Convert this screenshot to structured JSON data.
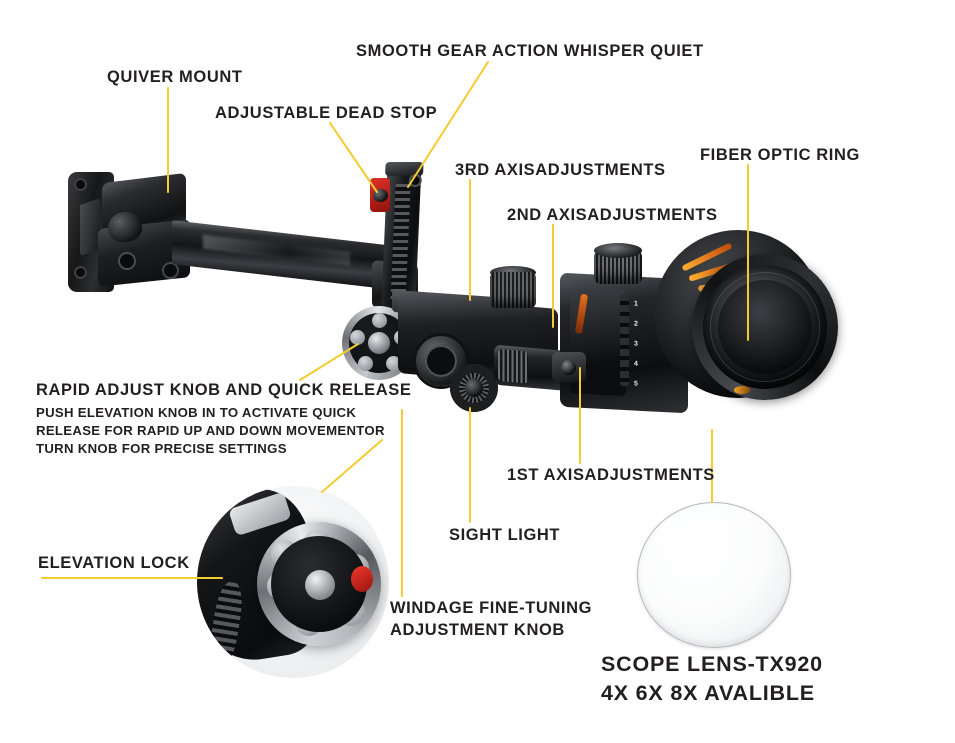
{
  "diagram": {
    "product": "Archery Bow Sight — Annotated Feature Diagram",
    "leader_color": "#F2CC30",
    "text_color": "#231F20",
    "background": "#FFFFFF"
  },
  "callouts": [
    {
      "id": "quiver-mount",
      "text": "QUIVER MOUNT"
    },
    {
      "id": "adjustable-dead-stop",
      "text": "ADJUSTABLE DEAD STOP"
    },
    {
      "id": "smooth-gear-action",
      "text": "SMOOTH GEAR ACTION WHISPER QUIET"
    },
    {
      "id": "third-axis",
      "text": "3RD AXISADJUSTMENTS"
    },
    {
      "id": "second-axis",
      "text": "2ND AXISADJUSTMENTS"
    },
    {
      "id": "fiber-optic-ring",
      "text": "FIBER OPTIC RING"
    },
    {
      "id": "first-axis",
      "text": "1ST AXISADJUSTMENTS"
    },
    {
      "id": "sight-light",
      "text": "SIGHT LIGHT"
    },
    {
      "id": "elevation-lock",
      "text": "ELEVATION LOCK"
    }
  ],
  "rapid_adjust": {
    "heading": "RAPID ADJUST KNOB AND QUICK RELEASE",
    "body_lines": [
      "PUSH ELEVATION KNOB IN TO ACTIVATE QUICK",
      "RELEASE FOR RAPID UP AND DOWN MOVEMENTOR",
      "TURN KNOB FOR PRECISE SETTINGS"
    ]
  },
  "windage": {
    "line1": "WINDAGE FINE-TUNING",
    "line2": "ADJUSTMENT KNOB"
  },
  "scope_lens": {
    "model_line": "SCOPE LENS-TX920",
    "magnification_line": "4X 6X 8X AVALIBLE"
  },
  "sight_scale_numbers": [
    "1",
    "2",
    "3",
    "4",
    "5"
  ]
}
